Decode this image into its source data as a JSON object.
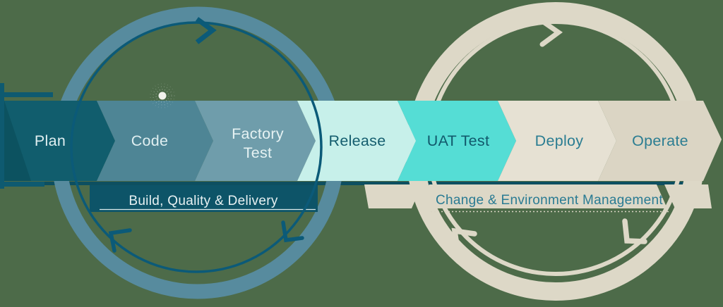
{
  "diagram": {
    "pipeline_stages": [
      {
        "label": "Plan",
        "color": "#115d6d",
        "text_color": "#e0eff1"
      },
      {
        "label": "Code",
        "color": "#4e8595",
        "text_color": "#e0eff1"
      },
      {
        "label": "Factory Test",
        "lines": [
          "Factory",
          "Test"
        ],
        "color": "#6f9dab",
        "text_color": "#e6f2f3"
      },
      {
        "label": "Release",
        "color": "#c7f0ea",
        "text_color": "#145d6e"
      },
      {
        "label": "UAT Test",
        "color": "#55ddd5",
        "text_color": "#11586b"
      },
      {
        "label": "Deploy",
        "color": "#e6e1d3",
        "text_color": "#2b7d92"
      },
      {
        "label": "Operate",
        "color": "#dbd5c4",
        "text_color": "#2b7d92"
      }
    ],
    "left_loop": {
      "label": "Build, Quality & Delivery",
      "band_color": "#0d5468",
      "label_color": "#e7f1f2",
      "underline_color": "#dcebec",
      "ring_color": "#578b9e",
      "swoosh_color": "#0b5a78"
    },
    "right_loop": {
      "label": "Change & Environment Management",
      "band_color": "#ddd8c7",
      "label_color": "#2a7b93",
      "underline_color": "#d9d4c3",
      "ring_color": "#ddd8c7",
      "swoosh_color": "#ddd8c7"
    },
    "colors": {
      "background": "#4d6b49",
      "baseline_bar": "#0d4f60",
      "bracket": "#0e5a70",
      "plan_fold": "#0c5260",
      "dot": "#f2f2ec"
    }
  }
}
